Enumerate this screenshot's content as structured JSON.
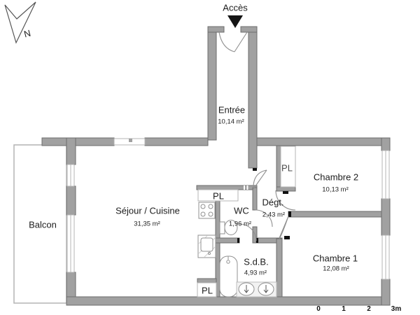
{
  "access": {
    "label": "Accès"
  },
  "compass": {
    "label": "N"
  },
  "rooms": {
    "entree": {
      "name": "Entrée",
      "area": "10,14 m²"
    },
    "sejour": {
      "name": "Séjour / Cuisine",
      "area": "31,35 m²"
    },
    "balcon": {
      "name": "Balcon"
    },
    "chambre2": {
      "name": "Chambre 2",
      "area": "10,13 m²"
    },
    "chambre1": {
      "name": "Chambre 1",
      "area": "12,08 m²"
    },
    "wc": {
      "name": "WC",
      "area": "1,96 m²"
    },
    "degagement": {
      "name": "Dégt.",
      "area": "2,43 m²"
    },
    "sdb": {
      "name": "S.d.B.",
      "area": "4,93 m²"
    }
  },
  "closets": {
    "sejour_pl": "PL",
    "chambre2_pl": "PL",
    "sdb_pl": "PL"
  },
  "scale": {
    "t0": "0",
    "t1": "1",
    "t2": "2",
    "t3": "3m"
  },
  "colors": {
    "wall_fill": "#a1a1a1",
    "wall_stroke": "#6d6d6d",
    "thin_line": "#b4b4b4",
    "fixture_stroke": "#909090",
    "door_arc": "#8f8f8f",
    "text": "#1c1c1c",
    "black_detail": "#111111"
  }
}
